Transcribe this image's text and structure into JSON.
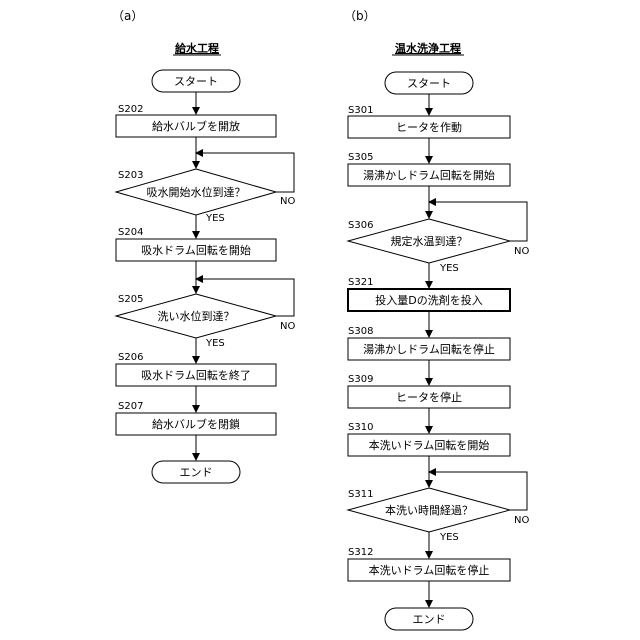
{
  "panel_a": {
    "label": "（a）",
    "title": "給水工程",
    "start": "スタート",
    "end": "エンド",
    "steps": [
      {
        "id": "S202",
        "text": "給水バルブを開放"
      },
      {
        "id": "S203",
        "text": "吸水開始水位到達？"
      },
      {
        "id": "S204",
        "text": "吸水ドラム回転を開始"
      },
      {
        "id": "S205",
        "text": "洗い水位到達？"
      },
      {
        "id": "S206",
        "text": "吸水ドラム回転を終了"
      },
      {
        "id": "S207",
        "text": "給水バルブを閉鎖"
      }
    ],
    "yes": "YES",
    "no": "NO"
  },
  "panel_b": {
    "label": "（b）",
    "title": "温水洗浄工程",
    "start": "スタート",
    "end": "エンド",
    "steps": [
      {
        "id": "S301",
        "text": "ヒータを作動"
      },
      {
        "id": "S305",
        "text": "湯沸かしドラム回転を開始"
      },
      {
        "id": "S306",
        "text": "規定水温到達？"
      },
      {
        "id": "S321",
        "text": "投入量Dの洗剤を投入"
      },
      {
        "id": "S308",
        "text": "湯沸かしドラム回転を停止"
      },
      {
        "id": "S309",
        "text": "ヒータを停止"
      },
      {
        "id": "S310",
        "text": "本洗いドラム回転を開始"
      },
      {
        "id": "S311",
        "text": "本洗い時間経過？"
      },
      {
        "id": "S312",
        "text": "本洗いドラム回転を停止"
      }
    ],
    "yes": "YES",
    "no": "NO"
  }
}
